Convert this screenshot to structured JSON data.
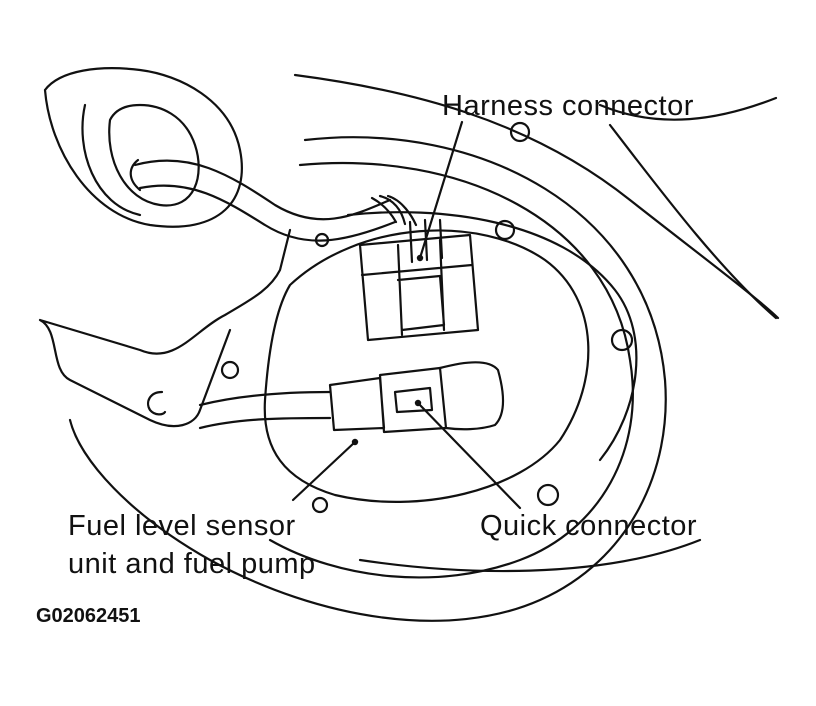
{
  "labels": {
    "harness_connector": "Harness connector",
    "quick_connector": "Quick connector",
    "fuel_level_line1": "Fuel level sensor",
    "fuel_level_line2": "unit and fuel pump",
    "figure_code": "G02062451"
  },
  "colors": {
    "line": "#111111",
    "background": "#ffffff"
  }
}
